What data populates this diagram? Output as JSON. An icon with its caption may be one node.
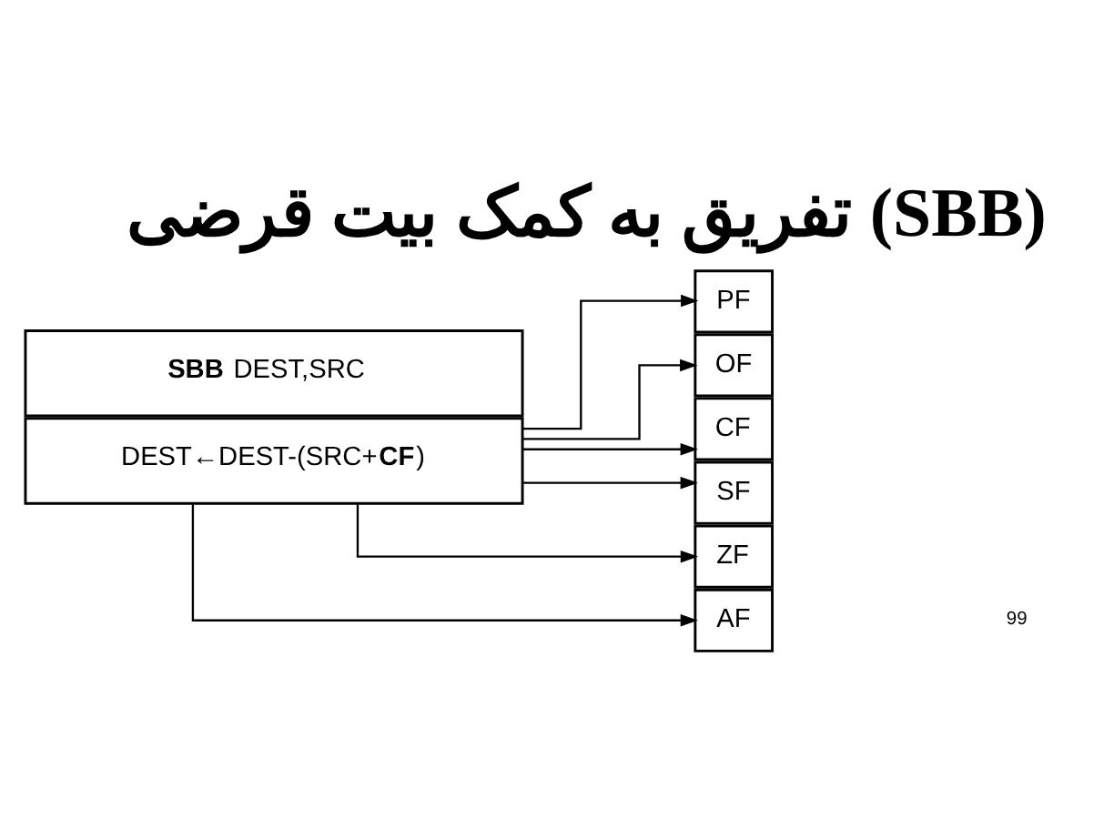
{
  "diagram": {
    "title": "تفریق به کمک بیت قرضی (SBB)",
    "nodes": [
      {
        "text": [
          "**SBB**  DEST,SRC"
        ]
      },
      {
        "text": [
          "DEST←DEST-(SRC+**CF**)"
        ]
      },
      {
        "text": [
          "PF"
        ]
      },
      {
        "text": [
          "OF"
        ]
      },
      {
        "text": [
          "CF"
        ]
      },
      {
        "text": [
          "SF"
        ]
      },
      {
        "text": [
          "ZF"
        ]
      },
      {
        "text": [
          "AF"
        ]
      }
    ],
    "edges": [
      {
        "from": 1,
        "to": 2,
        "arrow": "to"
      },
      {
        "from": 1,
        "to": 3,
        "arrow": "to"
      },
      {
        "from": 1,
        "to": 4,
        "arrow": "to"
      },
      {
        "from": 1,
        "to": 5,
        "arrow": "to"
      },
      {
        "from": 1,
        "to": 6,
        "arrow": "to"
      },
      {
        "from": 1,
        "to": 7,
        "arrow": "to"
      }
    ],
    "labels": [
      "99"
    ]
  }
}
